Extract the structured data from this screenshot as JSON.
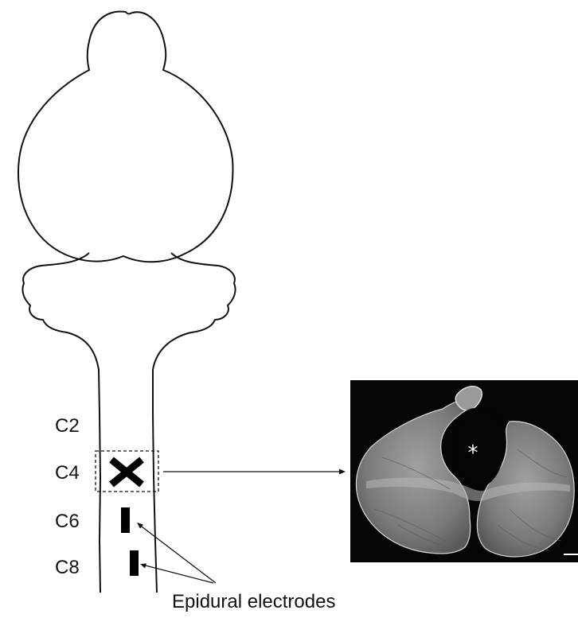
{
  "segments": [
    "C2",
    "C4",
    "C6",
    "C8"
  ],
  "electrode_label": "Epidural electrodes",
  "lesion_marker": "*",
  "colors": {
    "outline": "#111111",
    "mark": "#000000",
    "micrograph_background": "#050505",
    "tissue": "#7a7a7a"
  }
}
